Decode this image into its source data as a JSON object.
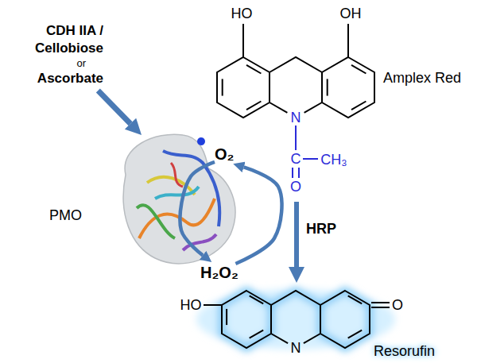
{
  "diagram": {
    "nodes": [
      {
        "text": [
          "CDH IIA / Cellobiose",
          "or",
          "Ascorbate"
        ]
      },
      {
        "text": [
          "PMO"
        ]
      },
      {
        "text": [
          "O₂"
        ]
      },
      {
        "text": [
          "H₂O₂"
        ]
      },
      {
        "text": [
          "Amplex Red"
        ]
      },
      {
        "text": [
          "Resorufin"
        ]
      }
    ],
    "edges": [
      {
        "from": 0,
        "to": 1,
        "arrow": "to"
      },
      {
        "from": 2,
        "to": 3,
        "arrow": "to"
      },
      {
        "from": 3,
        "to": 2,
        "arrow": "to"
      },
      {
        "from": 4,
        "to": 5,
        "label": "HRP",
        "arrow": "to"
      }
    ],
    "labels": [
      "HO",
      "OH",
      "N",
      "C",
      "CH₃",
      "O",
      "HO",
      "O",
      "N"
    ]
  }
}
